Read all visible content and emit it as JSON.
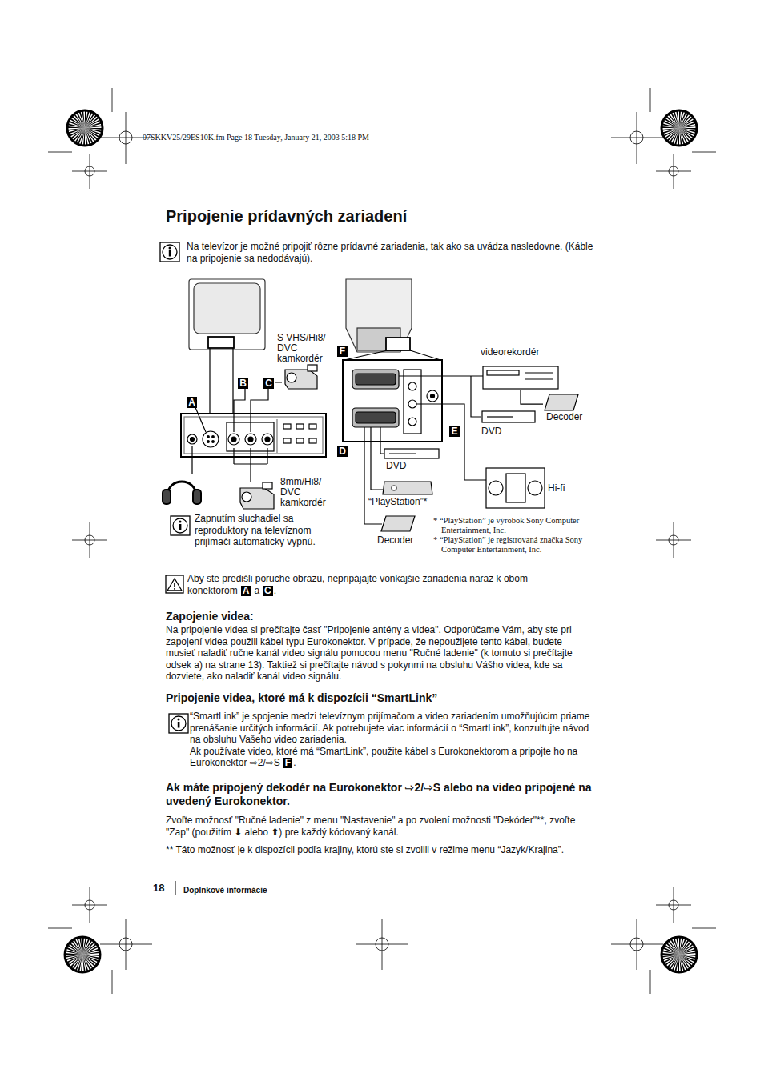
{
  "diagram": {
    "title": "Pripojenie prídavných zariadení",
    "nodes": [
      {
        "text": [
          "A"
        ]
      },
      {
        "text": [
          "B"
        ]
      },
      {
        "text": [
          "C"
        ]
      },
      {
        "text": [
          "F"
        ]
      },
      {
        "text": [
          "E"
        ]
      },
      {
        "text": [
          "D"
        ]
      },
      {
        "text": [
          "S VHS/Hi8/ DVC kamkordér"
        ]
      },
      {
        "text": [
          "8mm/Hi8/ DVC kamkordér"
        ]
      },
      {
        "text": [
          "videorekordér"
        ]
      },
      {
        "text": [
          "Decoder"
        ]
      },
      {
        "text": [
          "DVD"
        ]
      },
      {
        "text": [
          "Hi-fi"
        ]
      },
      {
        "text": [
          "DVD"
        ]
      },
      {
        "text": [
          "“PlayStation”*"
        ]
      },
      {
        "text": [
          "Decoder"
        ]
      }
    ],
    "edges": [
      {
        "from": 8,
        "to": 9,
        "arrow": "none"
      }
    ],
    "labels": [
      "07SKKV25/29ES10K.fm Page 18 Tuesday, January 21, 2003 5:18 PM",
      "Na televízor je možné pripojiť rôzne prídavné zariadenia, tak ako sa uvádza nasledovne. (Káble na pripojenie sa nedodávajú).",
      "Zapnutím sluchadiel sa reproduktory na televíznom prijímači automaticky vypnú.",
      "* “PlayStation” je výrobok Sony Computer Entertainment, Inc.",
      "* “PlayStation” je registrovaná značka Sony Computer Entertainment, Inc.",
      "Aby ste predišli poruche obrazu, nepripájajte vonkajšie zariadenia naraz k obom konektorom",
      "A",
      "a",
      "C",
      ".",
      "Zapojenie videa:",
      "Na pripojenie videa si prečítajte časť \"Pripojenie antény a videa\". Odporúčame Vám, aby ste pri zapojení videa použili kábel typu Eurokonektor. V prípade, že nepoužijete tento kábel, budete musieť naladiť ručne kanál video signálu pomocou menu \"Ručné ladenie\" (k tomuto si prečítajte odsek a) na strane 13). Taktiež si prečítajte návod s pokynmi na obsluhu Vášho videa, kde sa dozviete, ako naladiť kanál video signálu.",
      "Pripojenie videa, ktoré má k dispozícii “SmartLink”",
      "“SmartLink” je spojenie medzi televíznym prijímačom a video zariadením umožňujúcim priame prenášanie určitých informácií. Ak potrebujete viac informácií o “SmartLink”, konzultujte návod na obsluhu Vašeho video zariadenia.",
      "Ak používate video, ktoré má “SmartLink”, použite kábel s Eurokonektorom a pripojte ho na Eurokonektor ⇨2/⇨S",
      "F",
      ".",
      "Ak máte pripojený dekodér na Eurokonektor ⇨2/⇨S alebo na video pripojené na uvedený Eurokonektor.",
      "Zvoľte možnosť \"Ručné ladenie\" z menu \"Nastavenie\" a po zvolení možnosti \"Dekóder\"**, zvoľte \"Zap\" (použitím ⬇ alebo ⬆) pre každý kódovaný kanál.",
      "** Táto možnosť je k dispozícii podľa krajiny, ktorú ste si zvolili v režime menu “Jazyk/Krajina”.",
      "18",
      "Doplnkové informácie"
    ]
  }
}
